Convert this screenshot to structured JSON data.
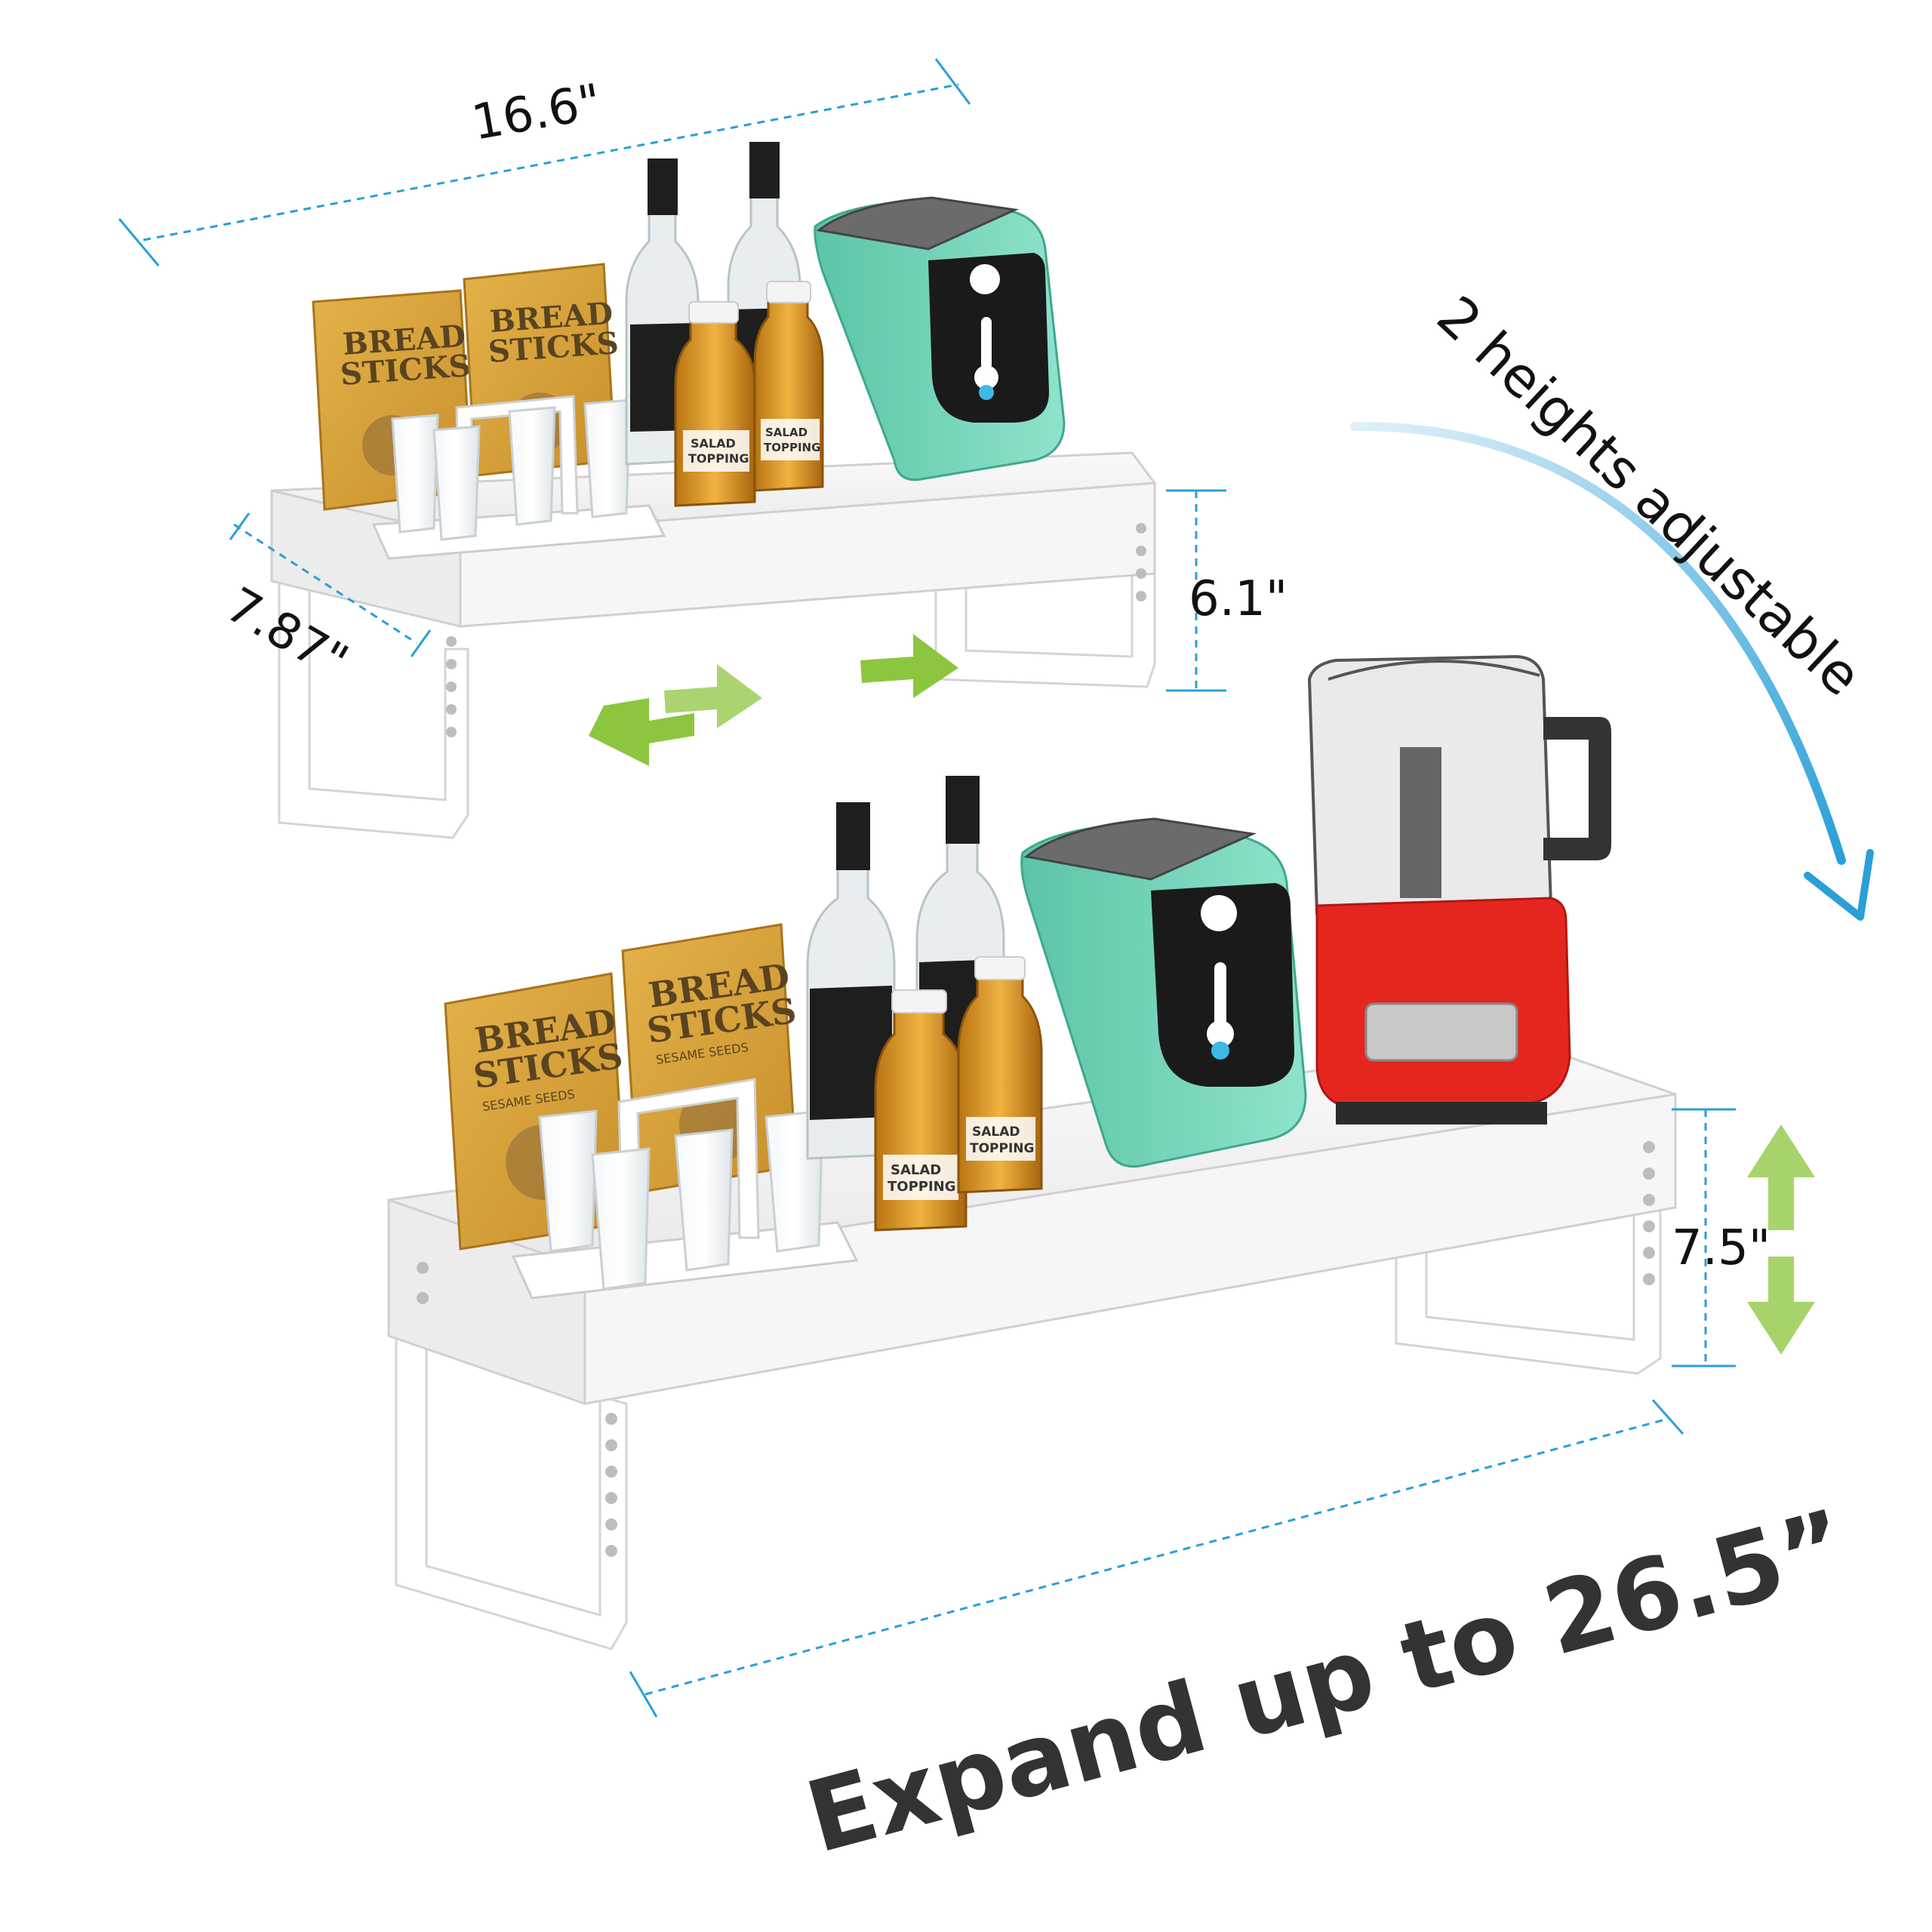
{
  "dimensions": {
    "top_width": "16.6\"",
    "top_depth": "7.87\"",
    "top_height": "6.1\"",
    "bottom_height": "7.5\""
  },
  "callouts": {
    "heights": "2 heights adjustable",
    "expand": "Expand up to 26.5”"
  },
  "product_labels": {
    "bag_line1": "BREAD",
    "bag_line2": "STICKS",
    "bag_sub": "SESAME SEEDS",
    "jar_line1": "SALAD",
    "jar_line2": "TOPPING"
  },
  "colors": {
    "dimension_line": "#2a9fd8",
    "arrow_green": "#8cc63f",
    "heights_arrow": "#2a9fd8",
    "shelf": "#f4f4f4",
    "toaster": "#7dd9c0",
    "processor_base": "#e5261f",
    "bag": "#d9a53c"
  }
}
